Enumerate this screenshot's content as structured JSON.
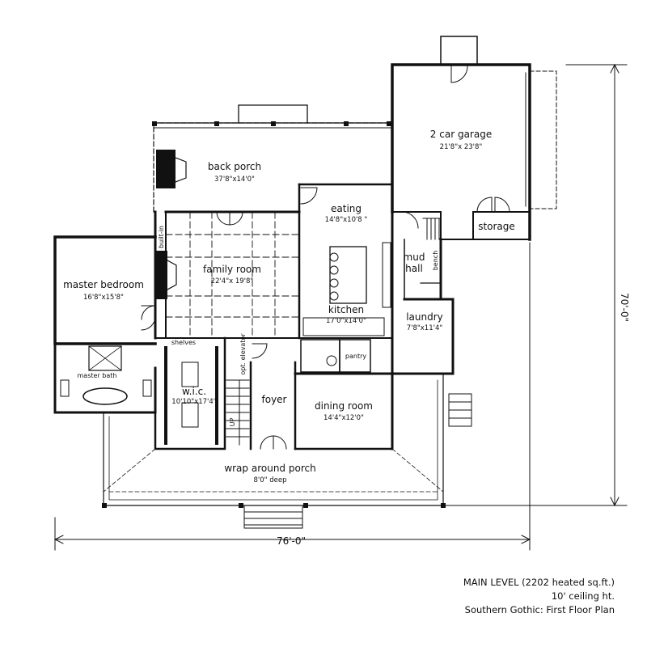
{
  "rooms": {
    "back_porch": {
      "name": "back porch",
      "size": "37'8\"x14'0\""
    },
    "garage": {
      "name": "2 car garage",
      "size": "21'8\"x 23'8\""
    },
    "eating": {
      "name": "eating",
      "size": "14'8\"x10'8 \""
    },
    "family_room": {
      "name": "family room",
      "size": "22'4\"x 19'8\""
    },
    "master_bedroom": {
      "name": "master bedroom",
      "size": "16'8\"x15'8\""
    },
    "kitchen": {
      "name": "kitchen",
      "size": "17'0\"x14'0\""
    },
    "laundry": {
      "name": "laundry",
      "size": "7'8\"x11'4\""
    },
    "mud_hall": {
      "line1": "mud",
      "line2": "hall"
    },
    "storage": {
      "name": "storage"
    },
    "master_bath": {
      "name": "master bath"
    },
    "wic": {
      "name": "w.i.c.",
      "size": "10'10\"x17'4\""
    },
    "foyer": {
      "name": "foyer"
    },
    "dining_room": {
      "name": "dining room",
      "size": "14'4\"x12'0\""
    },
    "pantry": {
      "name": "pantry"
    },
    "wrap_porch": {
      "name": "wrap around porch",
      "size": "8'0\" deep"
    }
  },
  "labels": {
    "built_in": "built-in",
    "bench": "bench",
    "shelves": "shelves",
    "opt_elevator": "opt. elevator",
    "up": "UP"
  },
  "dimensions": {
    "width": "76'-0\"",
    "depth": "70'-0\""
  },
  "caption": {
    "line1": "MAIN LEVEL (2202 heated sq.ft.)",
    "line2": "10' ceiling ht.",
    "line3": "Southern Gothic: First Floor Plan"
  }
}
